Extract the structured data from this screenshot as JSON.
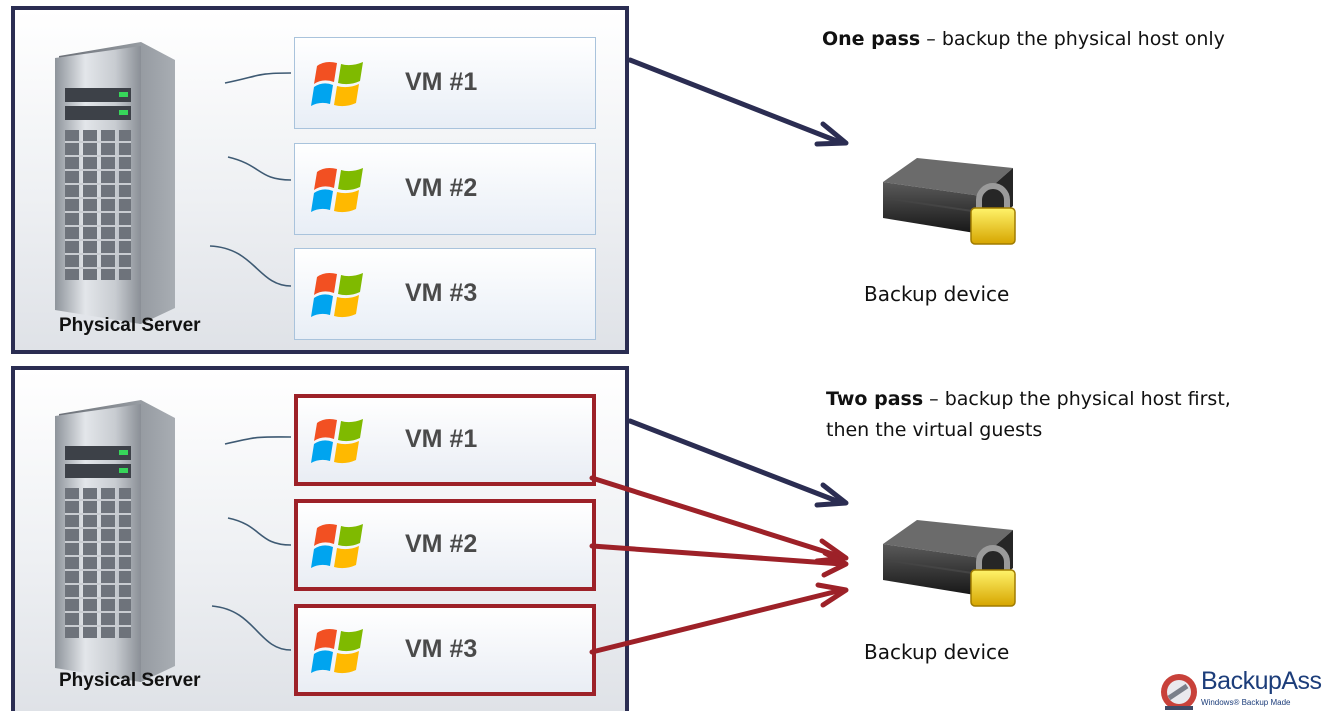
{
  "panels": [
    {
      "server_label": "Physical Server",
      "vms": [
        "VM #1",
        "VM #2",
        "VM #3"
      ],
      "caption_bold": "One pass",
      "caption_rest": " – backup the physical host only",
      "device_label": "Backup device"
    },
    {
      "server_label": "Physical Server",
      "vms": [
        "VM #1",
        "VM #2",
        "VM #3"
      ],
      "caption_bold": "Two pass",
      "caption_rest": " – backup the physical host first,",
      "caption_line2": "then the virtual guests",
      "device_label": "Backup device"
    }
  ],
  "brand": {
    "name": "BackupAss",
    "tagline": "Windows® Backup Made"
  },
  "colors": {
    "panel_border": "#2b2d52",
    "host_arrow": "#2b2d52",
    "guest_arrow": "#9d2128",
    "vm_blue_border": "#a9c3dc"
  },
  "icons": [
    "server-tower-icon",
    "windows-logo-icon",
    "backup-drive-lock-icon",
    "backupassist-logo-icon"
  ]
}
